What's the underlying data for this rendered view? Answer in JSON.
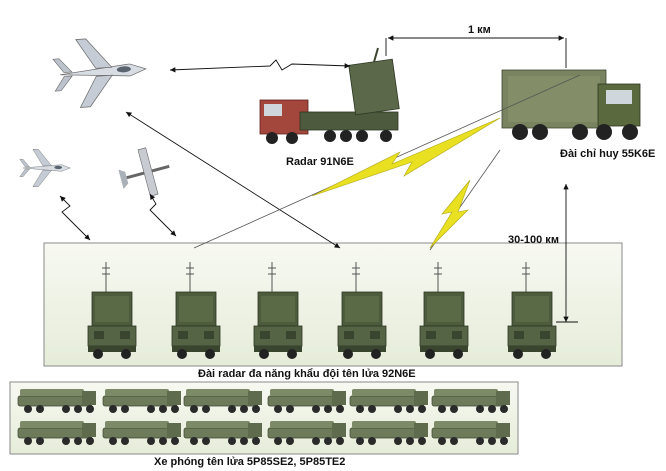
{
  "labels": {
    "distance_top": "1 км",
    "distance_side": "30-100 км",
    "radar": "Radar 91N6E",
    "command": "Đài chỉ huy 55K6E",
    "fire_radar": "Đài radar đa năng khẩu đội tên lửa 92N6E",
    "launchers": "Xe phóng tên lửa 5P85SE2, 5P85TE2"
  },
  "colors": {
    "vehicle_green": "#4a5a3a",
    "lightning": "#e8e020",
    "panel_bg": "#dde3cf"
  },
  "icons": {
    "fighter": "fighter-jet-icon",
    "uav": "uav-drone-icon",
    "radar_truck": "radar-truck-icon",
    "command_truck": "command-truck-icon",
    "launcher": "missile-launcher-icon"
  }
}
